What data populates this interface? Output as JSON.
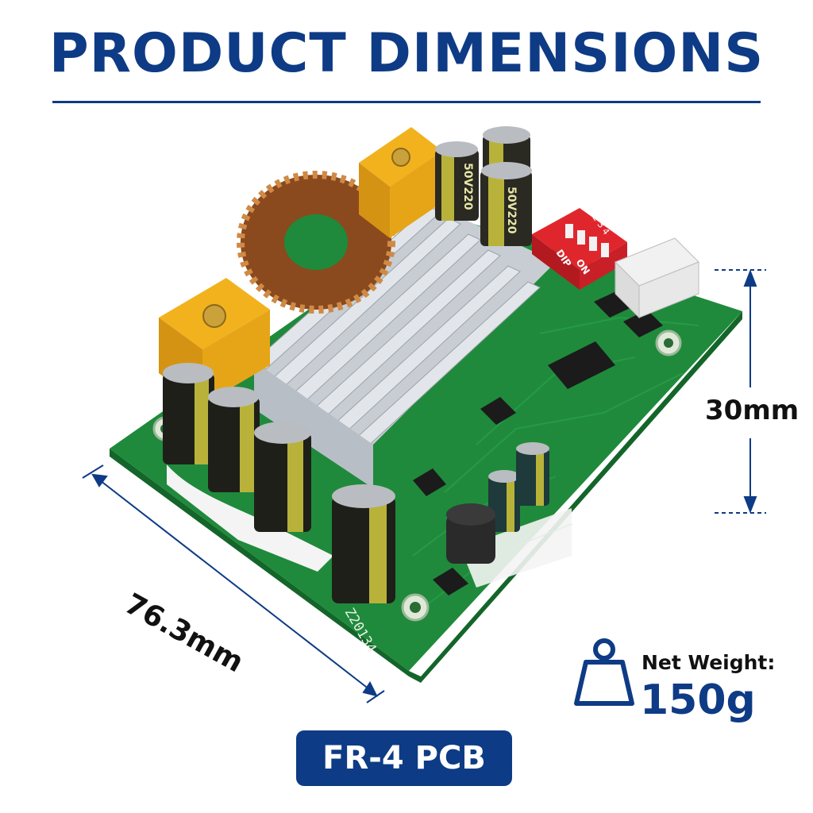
{
  "title": "PRODUCT DIMENSIONS",
  "dimensions": {
    "height": "30mm",
    "length": "76.3mm"
  },
  "weight": {
    "label": "Net Weight:",
    "value": "150g"
  },
  "badge": "FR-4 PCB",
  "board_markings": {
    "dip_switch": "DIP",
    "dip_on": "ON",
    "dip_numbers": "1 2 3 4",
    "board_code": "Z20134",
    "cap_label": "50V220",
    "cap_label_2": "50V220"
  },
  "colors": {
    "brand_blue": "#0e3b85",
    "pcb_green": "#1f8a3b",
    "heatsink": "#d7dbe0",
    "connector_yellow": "#f2b21e",
    "coil_copper": "#b5652a",
    "dip_red": "#e0262d"
  },
  "icons": {
    "weight": "weight-icon"
  }
}
